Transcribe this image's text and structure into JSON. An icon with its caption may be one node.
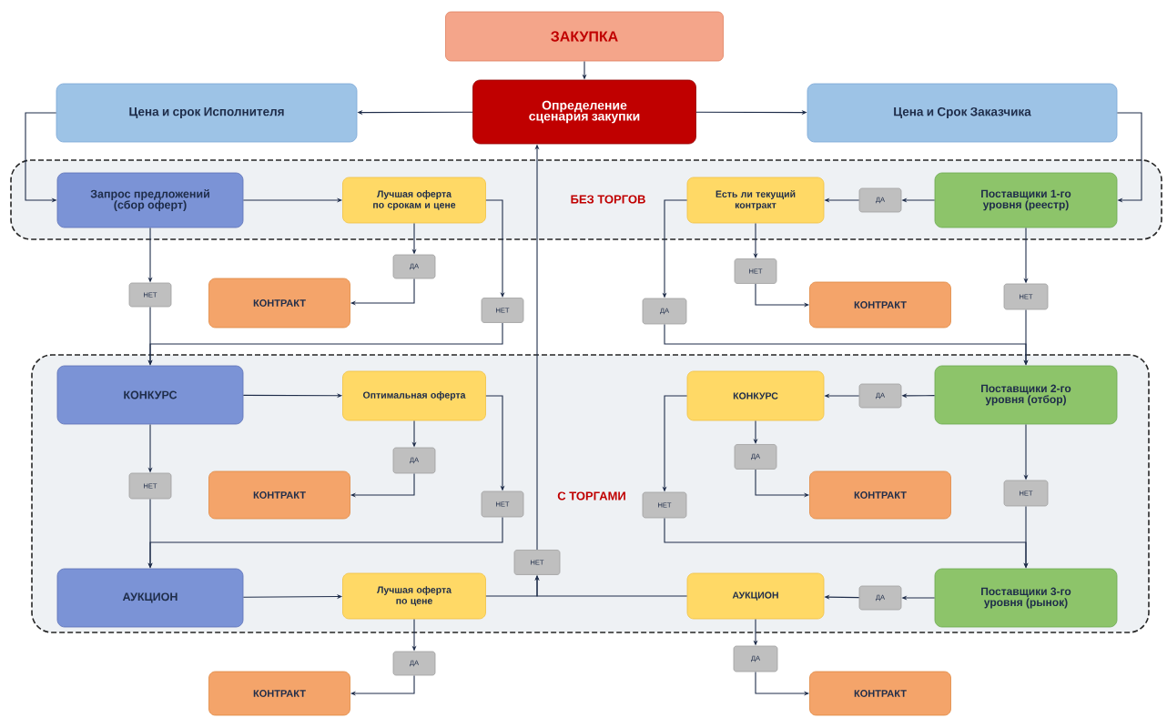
{
  "diagram": {
    "nodes": [
      {
        "text": [
          "ЗАКУПКА"
        ]
      },
      {
        "text": [
          "Цена и срок Исполнителя"
        ]
      },
      {
        "text": [
          "Определение сценария закупки"
        ]
      },
      {
        "text": [
          "Цена и Срок Заказчика"
        ]
      },
      {
        "text": [
          "БЕЗ ТОРГОВ"
        ]
      },
      {
        "text": [
          "Запрос предложений (сбор оферт)"
        ],
        "in": 4
      },
      {
        "text": [
          "Лучшая оферта по срокам и цене"
        ],
        "in": 4
      },
      {
        "text": [
          "Есть ли текущий контракт"
        ],
        "in": 4
      },
      {
        "text": [
          "ДА"
        ],
        "in": 4
      },
      {
        "text": [
          "Поставщики 1-го уровня (реестр)"
        ],
        "in": 4
      },
      {
        "text": [
          "НЕТ"
        ]
      },
      {
        "text": [
          "КОНТРАКТ"
        ]
      },
      {
        "text": [
          "ДА"
        ]
      },
      {
        "text": [
          "НЕТ"
        ]
      },
      {
        "text": [
          "ДА"
        ]
      },
      {
        "text": [
          "НЕТ"
        ]
      },
      {
        "text": [
          "КОНТРАКТ"
        ]
      },
      {
        "text": [
          "НЕТ"
        ]
      },
      {
        "text": [
          "С ТОРГАМИ"
        ]
      },
      {
        "text": [
          "КОНКУРС"
        ],
        "in": 18
      },
      {
        "text": [
          "Оптимальная оферта"
        ],
        "in": 18
      },
      {
        "text": [
          "КОНКУРС"
        ],
        "in": 18
      },
      {
        "text": [
          "ДА"
        ],
        "in": 18
      },
      {
        "text": [
          "Поставщики 2-го уровня (отбор)"
        ],
        "in": 18
      },
      {
        "text": [
          "НЕТ"
        ],
        "in": 18
      },
      {
        "text": [
          "КОНТРАКТ"
        ],
        "in": 18
      },
      {
        "text": [
          "ДА"
        ],
        "in": 18
      },
      {
        "text": [
          "НЕТ"
        ],
        "in": 18
      },
      {
        "text": [
          "НЕТ"
        ],
        "in": 18
      },
      {
        "text": [
          "ДА"
        ],
        "in": 18
      },
      {
        "text": [
          "КОНТРАКТ"
        ],
        "in": 18
      },
      {
        "text": [
          "НЕТ"
        ],
        "in": 18
      },
      {
        "text": [
          "НЕТ"
        ],
        "in": 18
      },
      {
        "text": [
          "АУКЦИОН"
        ],
        "in": 18
      },
      {
        "text": [
          "Лучшая оферта по цене"
        ],
        "in": 18
      },
      {
        "text": [
          "АУКЦИОН"
        ],
        "in": 18
      },
      {
        "text": [
          "ДА"
        ],
        "in": 18
      },
      {
        "text": [
          "Поставщики 3-го уровня (рынок)"
        ],
        "in": 18
      },
      {
        "text": [
          "ДА"
        ]
      },
      {
        "text": [
          "КОНТРАКТ"
        ]
      },
      {
        "text": [
          "ДА"
        ]
      },
      {
        "text": [
          "КОНТРАКТ"
        ]
      }
    ],
    "edges": [
      {
        "from": 0,
        "to": 2,
        "arrow": "to"
      },
      {
        "from": 2,
        "to": 1,
        "arrow": "to"
      },
      {
        "from": 2,
        "to": 3,
        "arrow": "to"
      },
      {
        "from": 1,
        "to": 5,
        "arrow": "to"
      },
      {
        "from": 3,
        "to": 9,
        "arrow": "to"
      },
      {
        "from": 5,
        "to": 6,
        "arrow": "to"
      },
      {
        "from": 6,
        "to": 12,
        "arrow": "to"
      },
      {
        "from": 12,
        "to": 11,
        "arrow": "to"
      },
      {
        "from": 6,
        "to": 13,
        "arrow": "to"
      },
      {
        "from": 5,
        "to": 10,
        "arrow": "to"
      },
      {
        "from": 10,
        "to": 19,
        "arrow": "to"
      },
      {
        "from": 13,
        "to": 19,
        "arrow": "to"
      },
      {
        "from": 9,
        "to": 8,
        "arrow": "to"
      },
      {
        "from": 8,
        "to": 7,
        "arrow": "to"
      },
      {
        "from": 7,
        "to": 15,
        "arrow": "to"
      },
      {
        "from": 15,
        "to": 16,
        "arrow": "to"
      },
      {
        "from": 7,
        "to": 14,
        "arrow": "to"
      },
      {
        "from": 9,
        "to": 17,
        "arrow": "to"
      },
      {
        "from": 17,
        "to": 23,
        "arrow": "to"
      },
      {
        "from": 14,
        "to": 23,
        "arrow": "to"
      },
      {
        "from": 19,
        "to": 20,
        "arrow": "to"
      },
      {
        "from": 20,
        "to": 26,
        "arrow": "to"
      },
      {
        "from": 26,
        "to": 25,
        "arrow": "to"
      },
      {
        "from": 20,
        "to": 27,
        "arrow": "to"
      },
      {
        "from": 19,
        "to": 24,
        "arrow": "to"
      },
      {
        "from": 24,
        "to": 33,
        "arrow": "to"
      },
      {
        "from": 27,
        "to": 33,
        "arrow": "to"
      },
      {
        "from": 23,
        "to": 22,
        "arrow": "to"
      },
      {
        "from": 22,
        "to": 21,
        "arrow": "to"
      },
      {
        "from": 21,
        "to": 29,
        "arrow": "to"
      },
      {
        "from": 29,
        "to": 30,
        "arrow": "to"
      },
      {
        "from": 21,
        "to": 28,
        "arrow": "to"
      },
      {
        "from": 23,
        "to": 31,
        "arrow": "to"
      },
      {
        "from": 31,
        "to": 37,
        "arrow": "to"
      },
      {
        "from": 28,
        "to": 37,
        "arrow": "to"
      },
      {
        "from": 33,
        "to": 34,
        "arrow": "to"
      },
      {
        "from": 34,
        "to": 38,
        "arrow": "to"
      },
      {
        "from": 38,
        "to": 39,
        "arrow": "to"
      },
      {
        "from": 37,
        "to": 36,
        "arrow": "to"
      },
      {
        "from": 36,
        "to": 35,
        "arrow": "to"
      },
      {
        "from": 35,
        "to": 40,
        "arrow": "to"
      },
      {
        "from": 40,
        "to": 41,
        "arrow": "to"
      },
      {
        "from": 34,
        "to": 32,
        "arrow": "to"
      },
      {
        "from": 35,
        "to": 32,
        "arrow": "to"
      },
      {
        "from": 32,
        "to": 2,
        "arrow": "to"
      }
    ]
  }
}
